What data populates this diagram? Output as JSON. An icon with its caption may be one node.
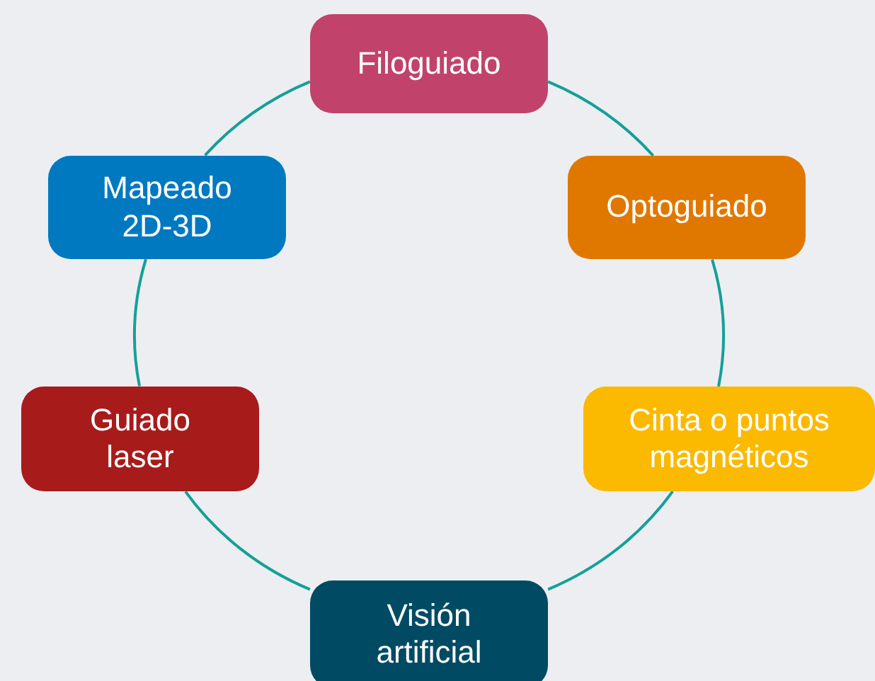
{
  "diagram": {
    "nodes": [
      {
        "text": [
          "Filoguiado"
        ]
      },
      {
        "text": [
          "Optoguiado"
        ]
      },
      {
        "text": [
          "Cinta o puntos magnéticos"
        ]
      },
      {
        "text": [
          "Visión artificial"
        ]
      },
      {
        "text": [
          "Guiado laser"
        ]
      },
      {
        "text": [
          "Mapeado 2D-3D"
        ]
      }
    ],
    "edges": [
      {
        "from": 0,
        "to": 1,
        "arrow": "none"
      },
      {
        "from": 1,
        "to": 2,
        "arrow": "none"
      },
      {
        "from": 2,
        "to": 3,
        "arrow": "none"
      },
      {
        "from": 3,
        "to": 4,
        "arrow": "none"
      },
      {
        "from": 4,
        "to": 5,
        "arrow": "none"
      },
      {
        "from": 5,
        "to": 0,
        "arrow": "none"
      }
    ]
  }
}
